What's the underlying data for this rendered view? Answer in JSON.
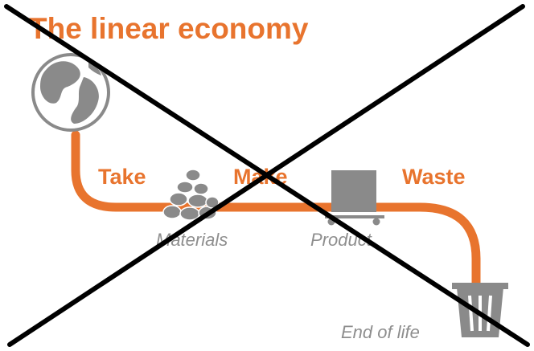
{
  "diagram": {
    "title": "The linear economy",
    "steps": {
      "take": "Take",
      "make": "Make",
      "waste": "Waste"
    },
    "captions": {
      "materials": "Materials",
      "product": "Product",
      "end_of_life": "End of life"
    },
    "icons": [
      "globe-icon",
      "materials-pile-icon",
      "product-box-icon",
      "trash-bin-icon"
    ],
    "colors": {
      "accent": "#e8742e",
      "icon_gray": "#8a8a8a",
      "caption_gray": "#8e8e8e",
      "cross": "#000000"
    }
  }
}
